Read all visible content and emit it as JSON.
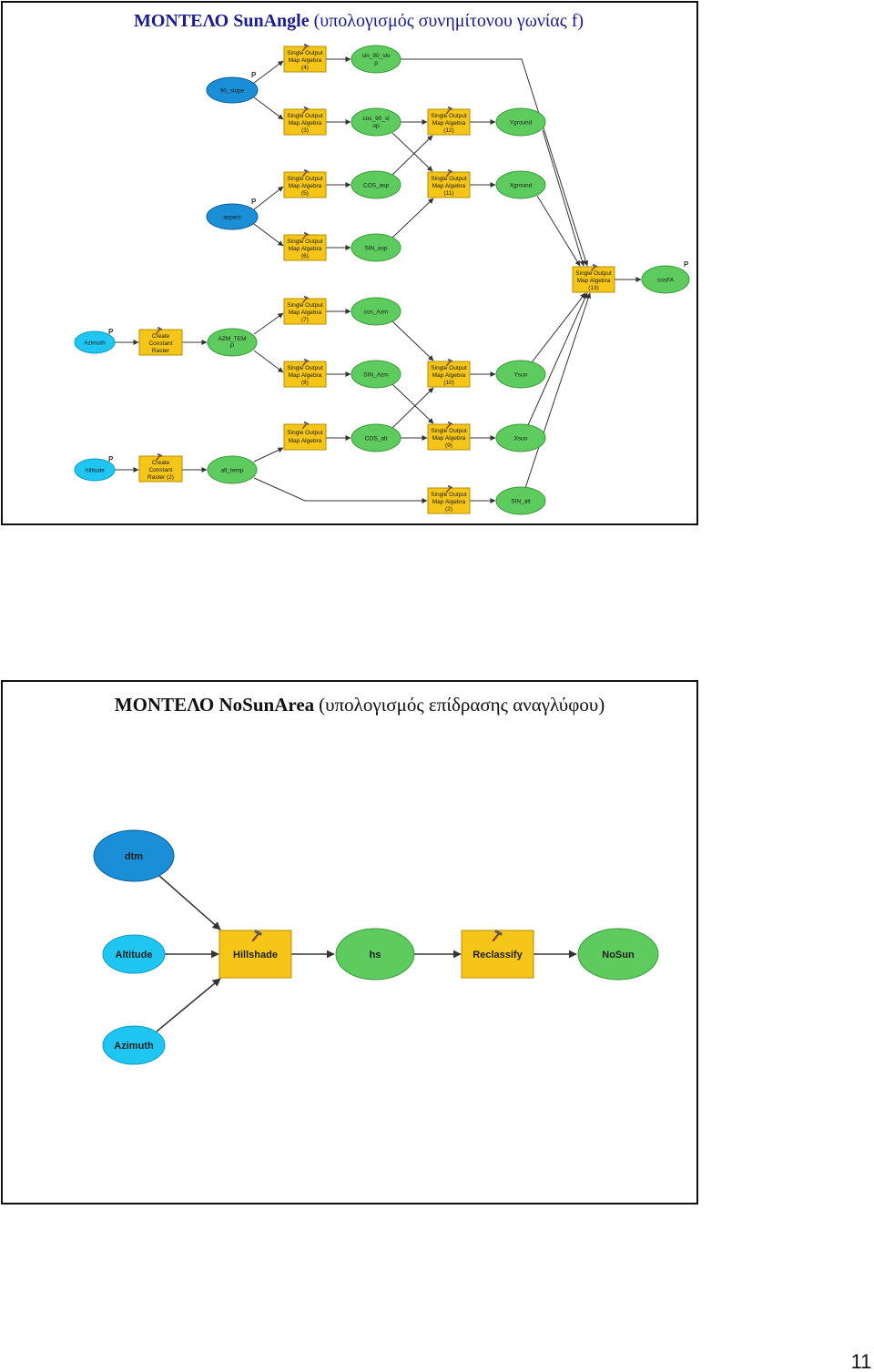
{
  "colors": {
    "tool": "#f5c518",
    "input_dark": "#1a8ed6",
    "input_light": "#1fc6f2",
    "derived": "#5ecb5e",
    "title_top": "#1c1c8c",
    "title_bottom": "#111111",
    "arrow": "#333333"
  },
  "slide1": {
    "title_main": "ΜΟΝΤΕΛΟ SunAngle",
    "title_sub": "(υπολογισμός συνημίτονου γωνίας f)",
    "param_marker": "P",
    "inputs": {
      "slope90": "90_slope",
      "aspect": "aspect",
      "azimuth": "Azimuth",
      "altitude": "Altitude"
    },
    "tools": {
      "ma4": [
        "Single Output",
        "Map Algebra",
        "(4)"
      ],
      "ma3": [
        "Single Output",
        "Map Algebra",
        "(3)"
      ],
      "ma5": [
        "Single Output",
        "Map Algebra",
        "(5)"
      ],
      "ma6": [
        "Single Output",
        "Map Algebra",
        "(6)"
      ],
      "ma7": [
        "Single Output",
        "Map Algebra",
        "(7)"
      ],
      "ma8": [
        "Single Output",
        "Map Algebra",
        "(8)"
      ],
      "ma_alt": [
        "Single Output",
        "Map Algebra"
      ],
      "ma12": [
        "Single Output",
        "Map Algebra",
        "(12)"
      ],
      "ma11": [
        "Single Output",
        "Map Algebra",
        "(11)"
      ],
      "ma10": [
        "Single Output",
        "Map Algebra",
        "(10)"
      ],
      "ma9": [
        "Single Output",
        "Map Algebra",
        "(9)"
      ],
      "ma2": [
        "Single Output",
        "Map Algebra",
        "(2)"
      ],
      "ma13": [
        "Single Output",
        "Map Algebra",
        "(13)"
      ],
      "ccr": [
        "Create",
        "Constant",
        "Raster"
      ],
      "ccr2": [
        "Create",
        "Constant",
        "Raster (2)"
      ]
    },
    "outputs": {
      "sin_90_slop": [
        "sin_90_slo",
        "p"
      ],
      "cos_90_slop": [
        "cos_90_sl",
        "op"
      ],
      "cos_asp": "COS_asp",
      "sin_asp": "SIN_asp",
      "cos_azm": "cos_Azm",
      "sin_azm": "SIN_Azm",
      "cos_alt": "COS_alt",
      "azm_temp": [
        "AZM_TEM",
        "P"
      ],
      "alt_temp": "alt_temp",
      "yground": "Yground",
      "xground": "Xground",
      "ysun": "Ysun",
      "xsun": "Xsun",
      "sin_alt": "SIN_alt",
      "cosfa": "cosFA"
    }
  },
  "slide2": {
    "title_main": "ΜΟΝΤΕΛΟ NoSunArea",
    "title_sub": "(υπολογισμός επίδρασης αναγλύφου)",
    "inputs": {
      "dtm": "dtm",
      "altitude": "Altitude",
      "azimuth": "Azimuth"
    },
    "tools": {
      "hillshade": "Hillshade",
      "reclassify": "Reclassify"
    },
    "outputs": {
      "hs": "hs",
      "nosun": "NoSun"
    }
  },
  "page_number": "11"
}
